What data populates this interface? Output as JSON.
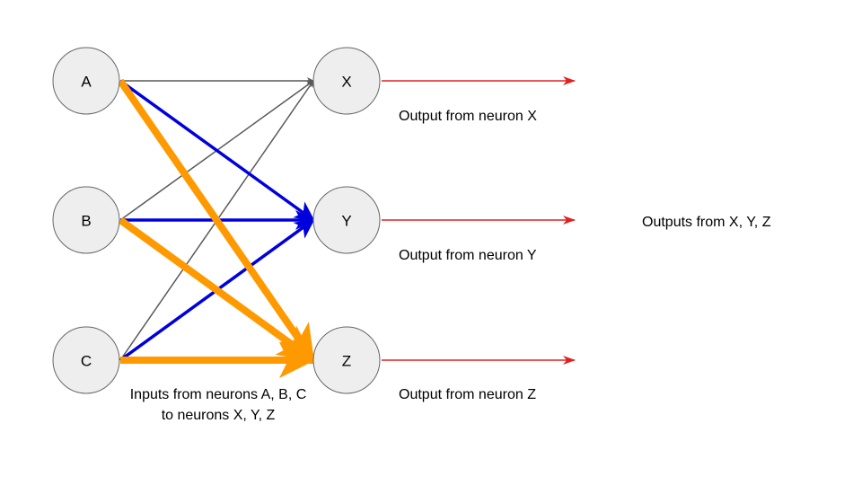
{
  "diagram": {
    "title": "",
    "colors": {
      "node_fill": "#eeeeee",
      "node_stroke": "#666666",
      "weight_gray": "#595959",
      "weight_blue": "#0000dd",
      "weight_orange": "#ff9900",
      "output_red": "#e02020"
    },
    "input_nodes": [
      {
        "id": "A",
        "label": "A"
      },
      {
        "id": "B",
        "label": "B"
      },
      {
        "id": "C",
        "label": "C"
      }
    ],
    "output_nodes": [
      {
        "id": "X",
        "label": "X"
      },
      {
        "id": "Y",
        "label": "Y"
      },
      {
        "id": "Z",
        "label": "Z"
      }
    ],
    "edges": [
      {
        "from": "A",
        "to": "X",
        "color": "gray"
      },
      {
        "from": "B",
        "to": "X",
        "color": "gray"
      },
      {
        "from": "C",
        "to": "X",
        "color": "gray"
      },
      {
        "from": "A",
        "to": "Y",
        "color": "blue"
      },
      {
        "from": "B",
        "to": "Y",
        "color": "blue"
      },
      {
        "from": "C",
        "to": "Y",
        "color": "blue"
      },
      {
        "from": "A",
        "to": "Z",
        "color": "orange"
      },
      {
        "from": "B",
        "to": "Z",
        "color": "orange"
      },
      {
        "from": "C",
        "to": "Z",
        "color": "orange"
      }
    ],
    "output_arrows": [
      {
        "from": "X",
        "label": "Output from neuron X"
      },
      {
        "from": "Y",
        "label": "Output from neuron Y"
      },
      {
        "from": "Z",
        "label": "Output from neuron Z"
      }
    ],
    "inputs_caption_line1": "Inputs from neurons A, B, C",
    "inputs_caption_line2": "to neurons X, Y, Z",
    "outputs_caption": "Outputs from X, Y, Z"
  }
}
